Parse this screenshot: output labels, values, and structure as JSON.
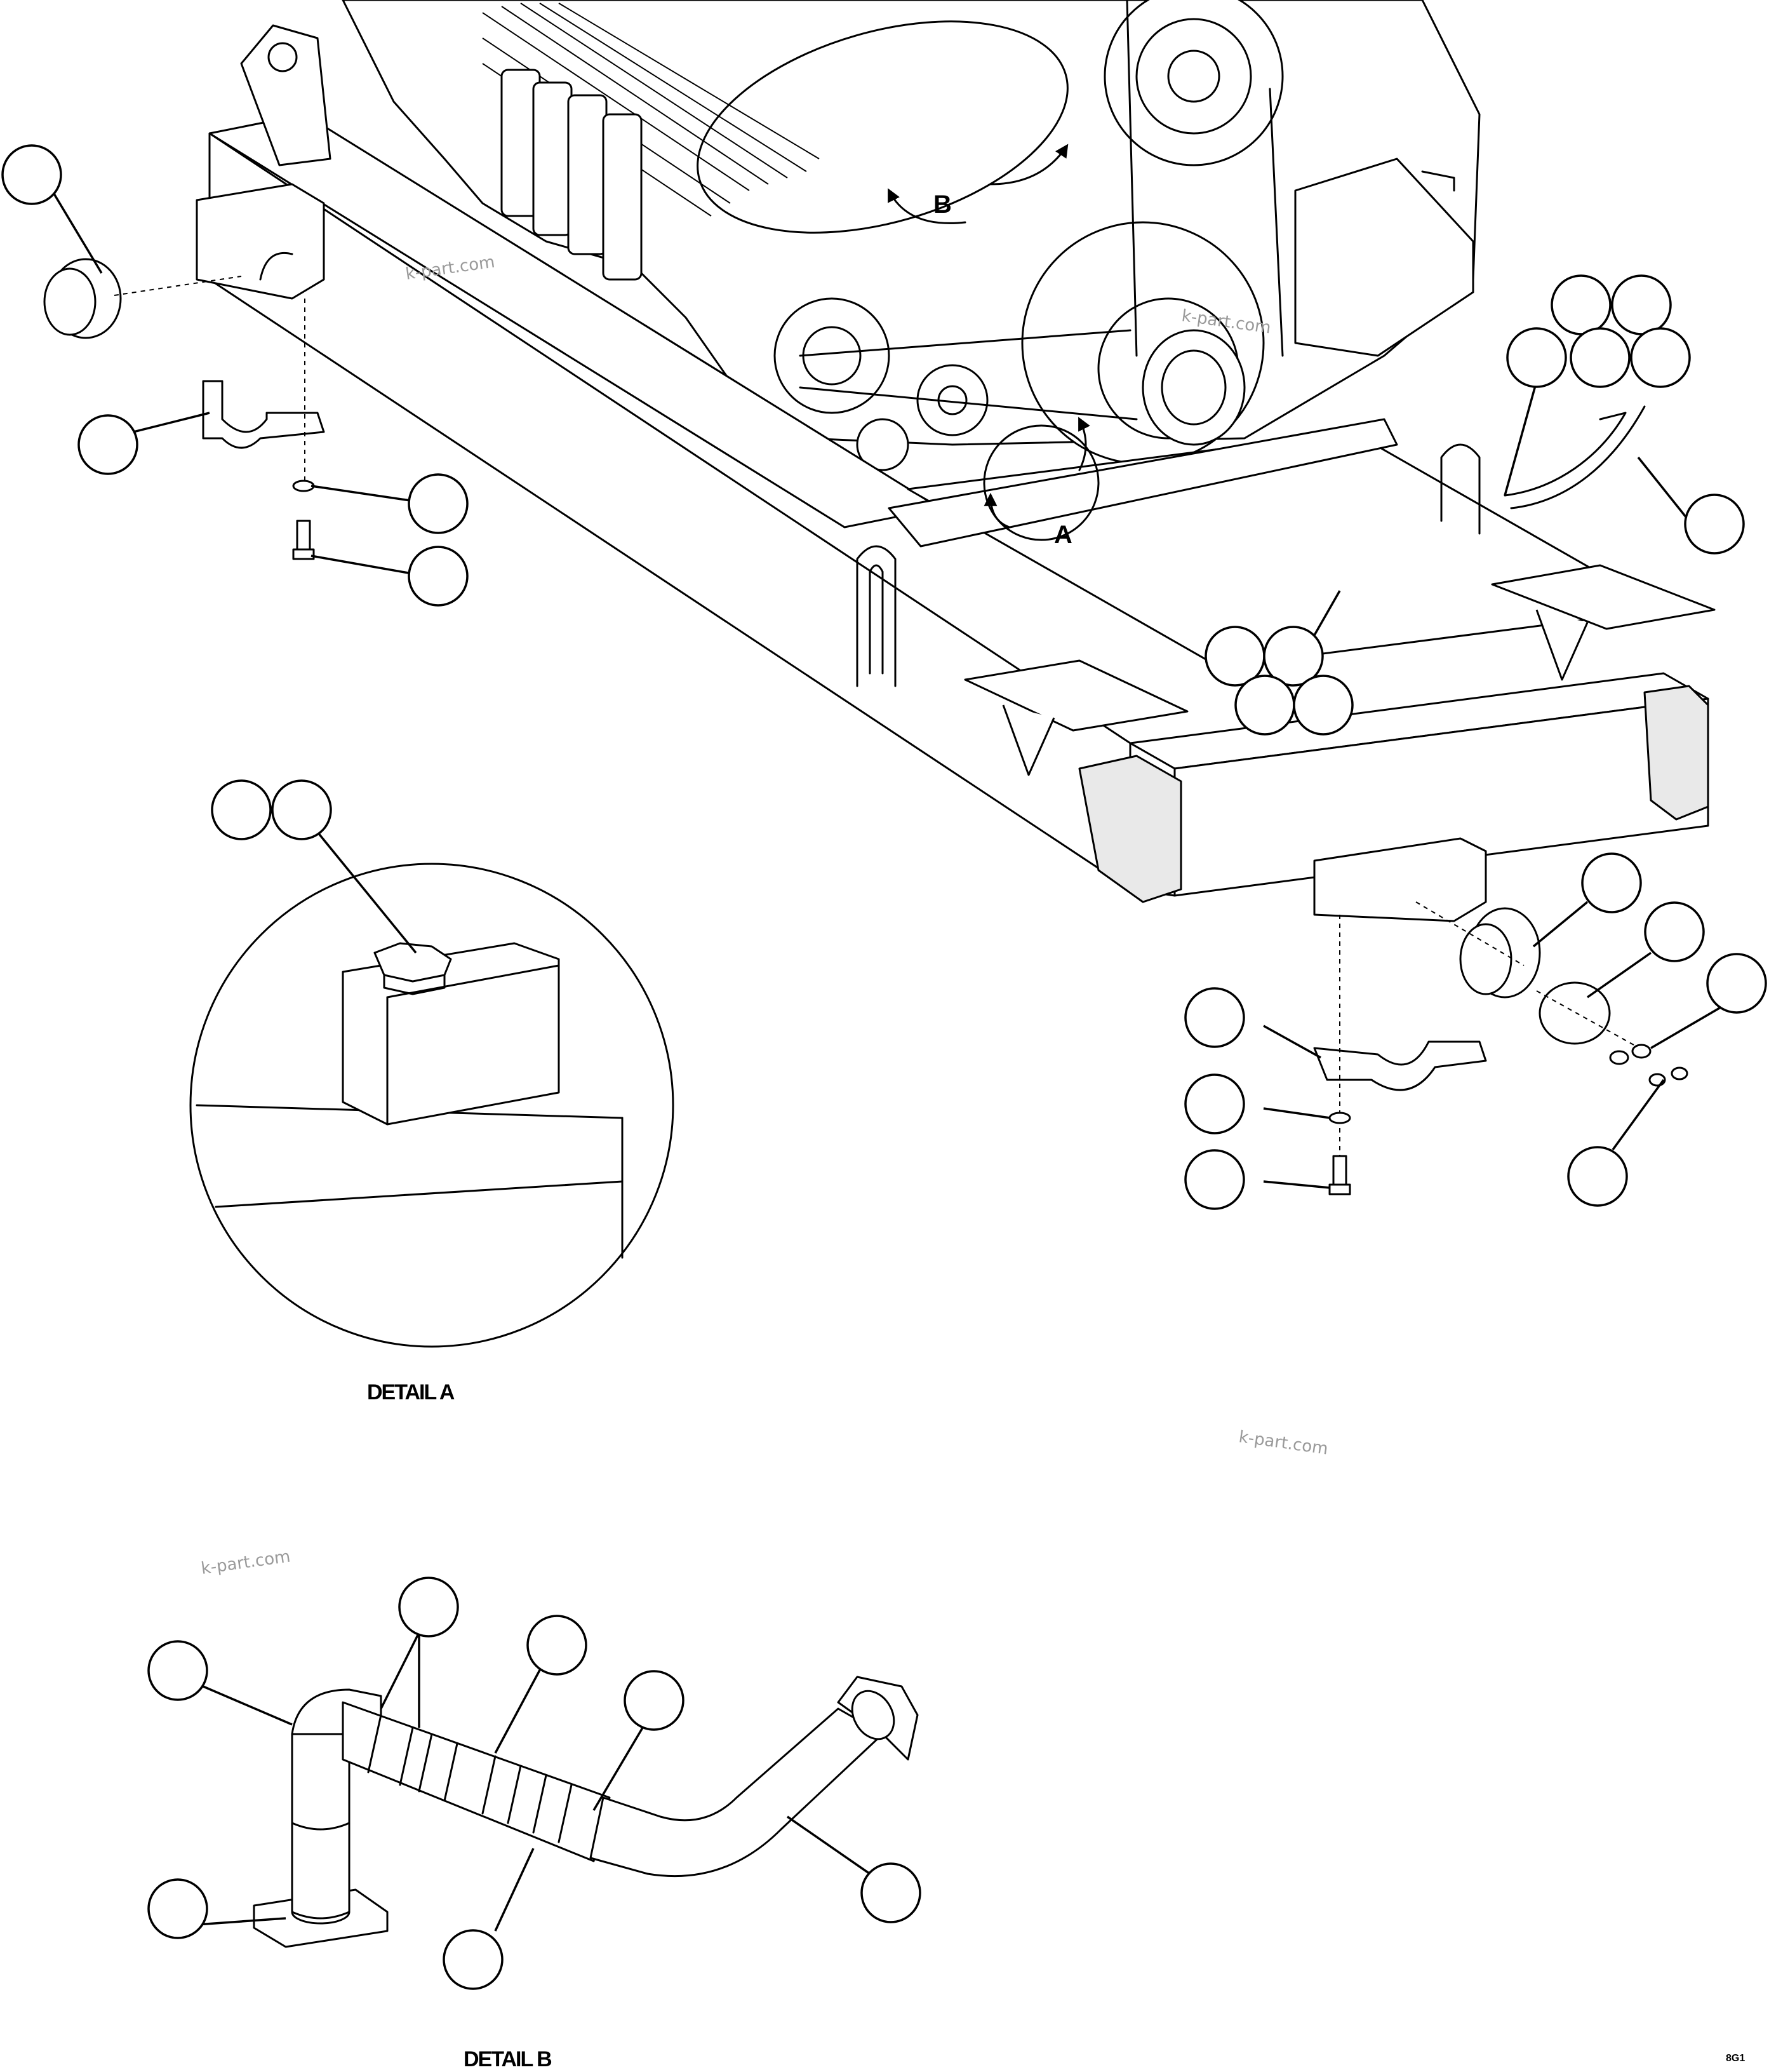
{
  "diagram": {
    "callout_labels": {
      "view_a": "A",
      "view_b": "B"
    },
    "captions": {
      "detail_a": "DETAIL A",
      "detail_b": "DETAIL B"
    },
    "watermarks": [
      "k-part.com",
      "k-part.com",
      "k-part.com",
      "k-part.com"
    ],
    "sheet_id": "8G1"
  }
}
